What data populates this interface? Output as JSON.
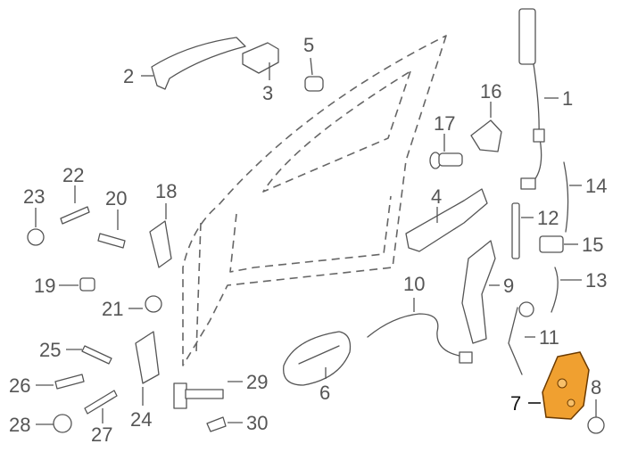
{
  "diagram": {
    "callouts": [
      {
        "id": "1",
        "label": "1"
      },
      {
        "id": "2",
        "label": "2"
      },
      {
        "id": "3",
        "label": "3"
      },
      {
        "id": "4",
        "label": "4"
      },
      {
        "id": "5",
        "label": "5"
      },
      {
        "id": "6",
        "label": "6"
      },
      {
        "id": "7",
        "label": "7",
        "highlighted": true
      },
      {
        "id": "8",
        "label": "8"
      },
      {
        "id": "9",
        "label": "9"
      },
      {
        "id": "10",
        "label": "10"
      },
      {
        "id": "11",
        "label": "11"
      },
      {
        "id": "12",
        "label": "12"
      },
      {
        "id": "13",
        "label": "13"
      },
      {
        "id": "14",
        "label": "14"
      },
      {
        "id": "15",
        "label": "15"
      },
      {
        "id": "16",
        "label": "16"
      },
      {
        "id": "17",
        "label": "17"
      },
      {
        "id": "18",
        "label": "18"
      },
      {
        "id": "19",
        "label": "19"
      },
      {
        "id": "20",
        "label": "20"
      },
      {
        "id": "21",
        "label": "21"
      },
      {
        "id": "22",
        "label": "22"
      },
      {
        "id": "23",
        "label": "23"
      },
      {
        "id": "24",
        "label": "24"
      },
      {
        "id": "25",
        "label": "25"
      },
      {
        "id": "26",
        "label": "26"
      },
      {
        "id": "27",
        "label": "27"
      },
      {
        "id": "28",
        "label": "28"
      },
      {
        "id": "29",
        "label": "29"
      },
      {
        "id": "30",
        "label": "30"
      }
    ],
    "colors": {
      "line": "#555555",
      "highlight_fill": "#f0a030",
      "highlight_stroke": "#6b3a00",
      "background": "#ffffff"
    }
  }
}
